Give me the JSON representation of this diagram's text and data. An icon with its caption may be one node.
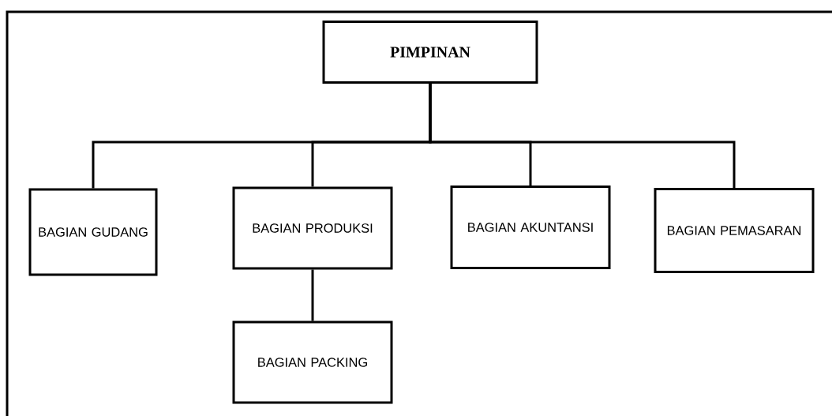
{
  "diagram": {
    "nodes": [
      {
        "text": [
          "PIMPINAN"
        ]
      },
      {
        "text": [
          "BAGIAN GUDANG"
        ]
      },
      {
        "text": [
          "BAGIAN PRODUKSI"
        ]
      },
      {
        "text": [
          "BAGIAN AKUNTANSI"
        ]
      },
      {
        "text": [
          "BAGIAN PEMASARAN"
        ]
      },
      {
        "text": [
          "BAGIAN PACKING"
        ]
      }
    ],
    "edges": [
      {
        "from": 0,
        "to": 1,
        "arrow": "none"
      },
      {
        "from": 0,
        "to": 2,
        "arrow": "none"
      },
      {
        "from": 0,
        "to": 3,
        "arrow": "none"
      },
      {
        "from": 0,
        "to": 4,
        "arrow": "none"
      },
      {
        "from": 2,
        "to": 5,
        "arrow": "none"
      }
    ]
  }
}
